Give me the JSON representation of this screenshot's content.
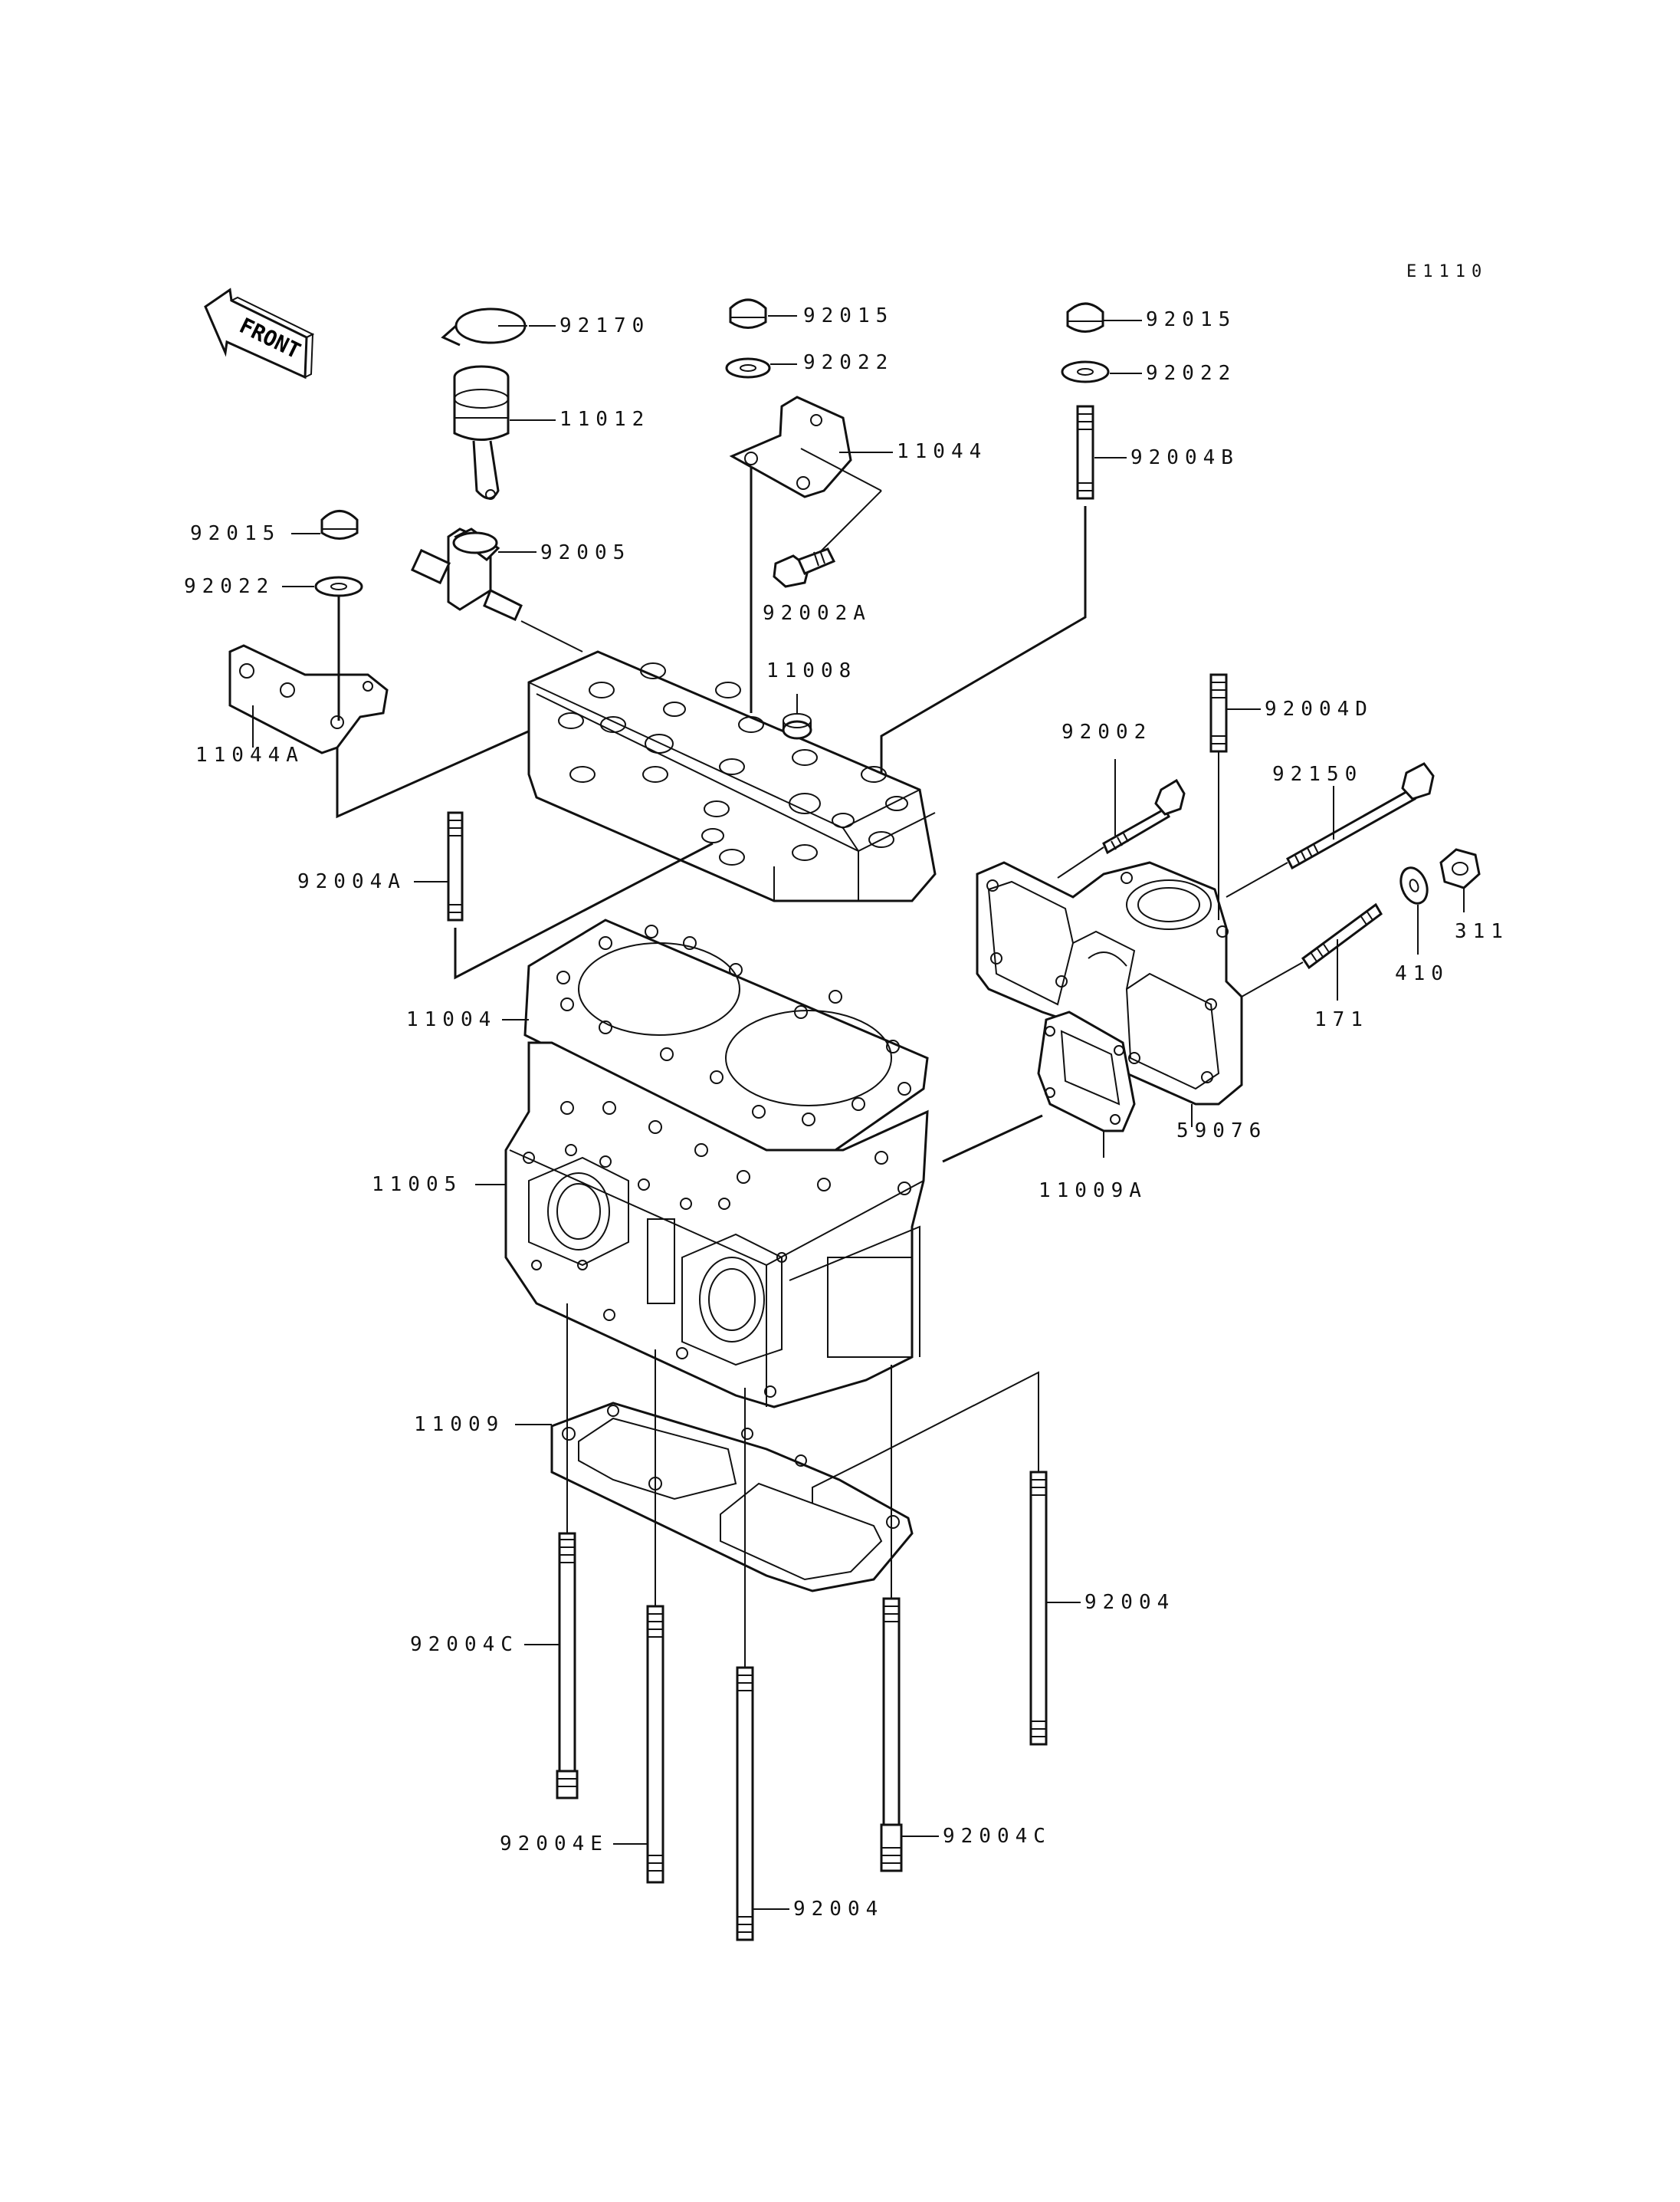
{
  "diagram": {
    "code": "E1110",
    "front_label": "FRONT"
  },
  "labels": {
    "p92170": "92170",
    "p11012": "11012",
    "p92005": "92005",
    "p92015_left": "92015",
    "p92022_left": "92022",
    "p11044A": "11044A",
    "p92015_mid": "92015",
    "p92022_mid": "92022",
    "p11044": "11044",
    "p92002A": "92002A",
    "p11008": "11008",
    "p92015_right": "92015",
    "p92022_right": "92022",
    "p92004B": "92004B",
    "p92004D": "92004D",
    "p92002": "92002",
    "p92150": "92150",
    "p311": "311",
    "p410": "410",
    "p171": "171",
    "p59076": "59076",
    "p11009A": "11009A",
    "p92004A": "92004A",
    "p11004": "11004",
    "p11005": "11005",
    "p11009": "11009",
    "p92004C_left": "92004C",
    "p92004E": "92004E",
    "p92004_bottom": "92004",
    "p92004C_right": "92004C",
    "p92004_right": "92004"
  }
}
